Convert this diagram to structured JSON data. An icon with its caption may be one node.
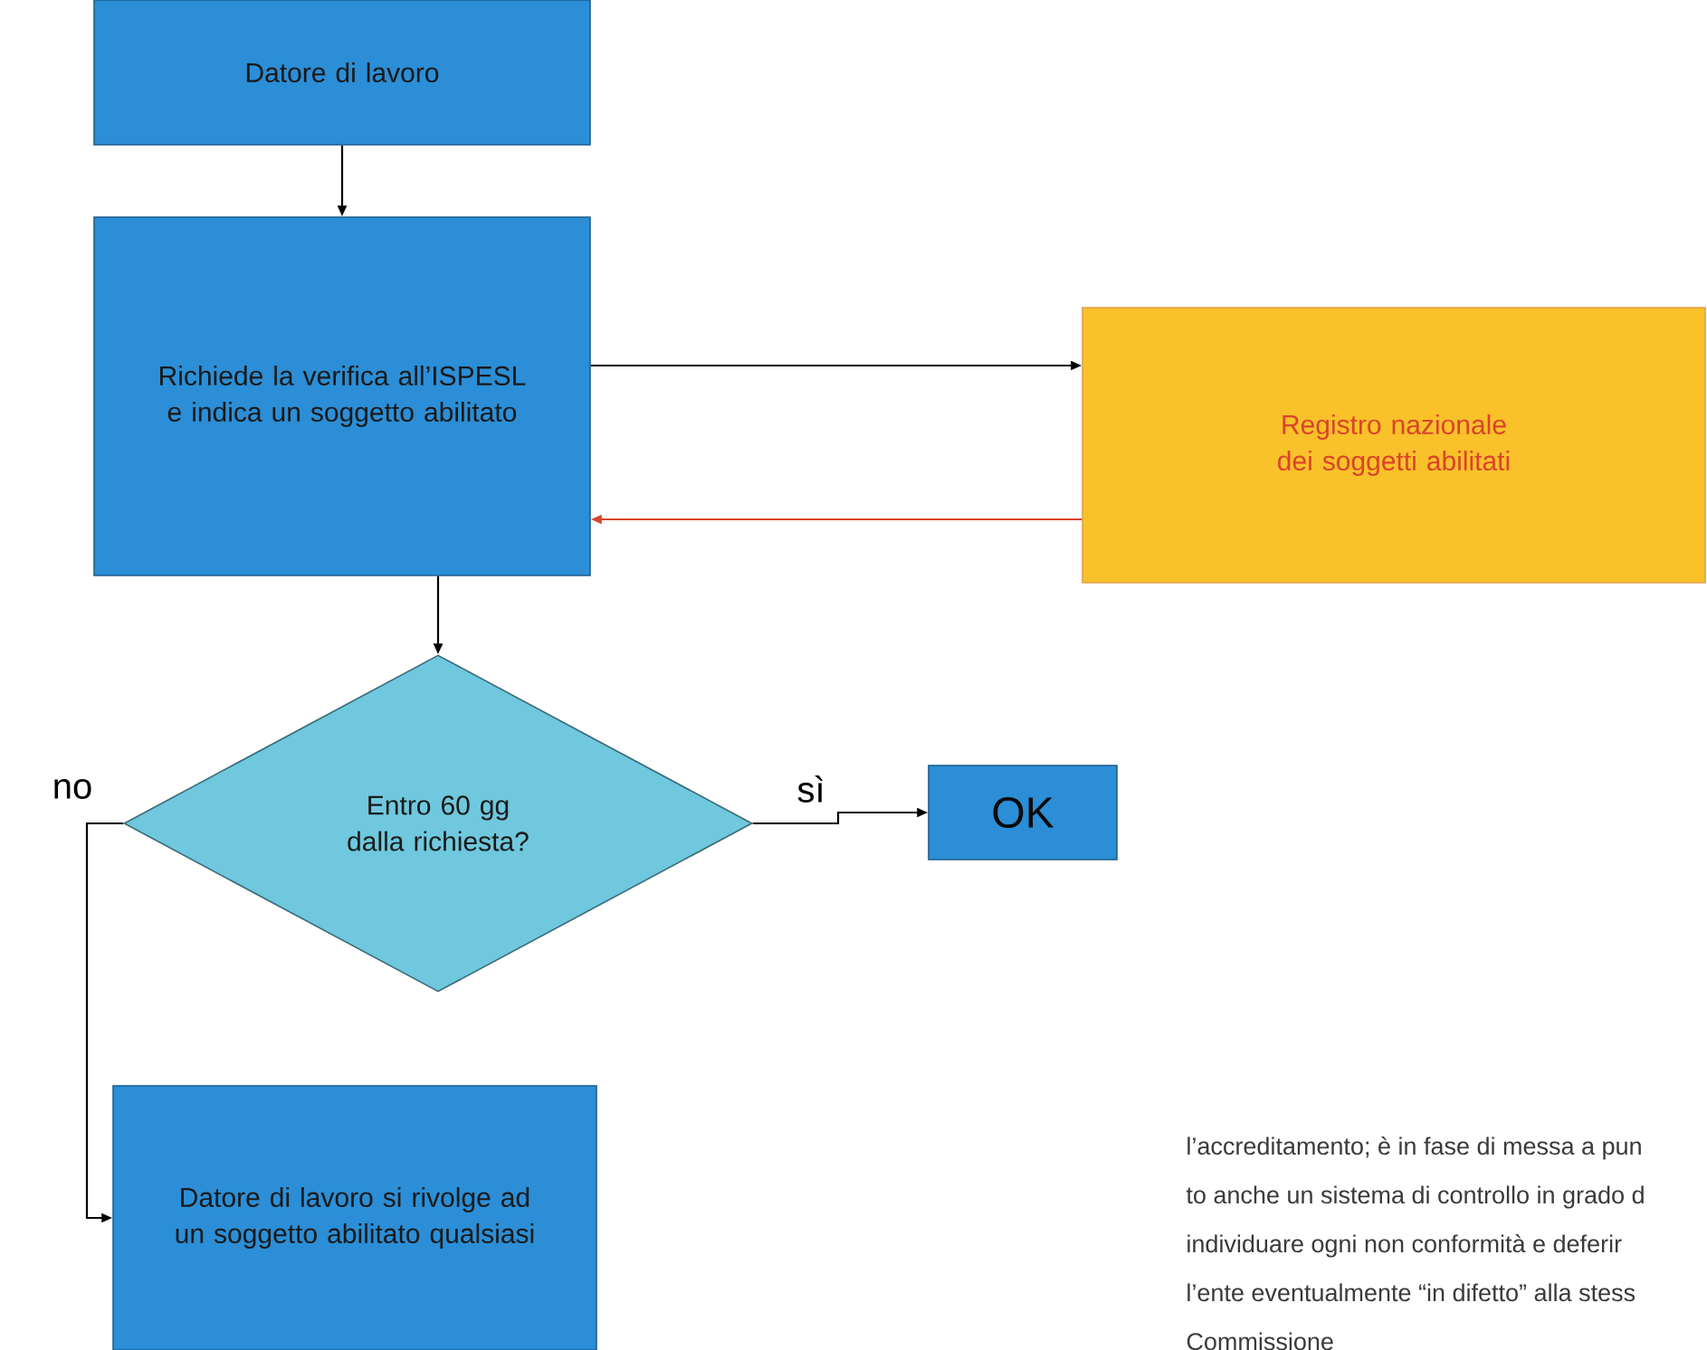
{
  "diagram": {
    "nodes": [
      {
        "text": [
          "Datore di lavoro"
        ]
      },
      {
        "text": [
          "Richiede la verifica all’ISPESL e indica un soggetto abilitato"
        ]
      },
      {
        "text": [
          "Registro nazionale dei soggetti abilitati"
        ]
      },
      {
        "text": [
          "Entro 60 gg dalla richiesta?"
        ]
      },
      {
        "text": [
          "OK"
        ]
      },
      {
        "text": [
          "Datore di lavoro si rivolge ad un soggetto abilitato qualsiasi"
        ]
      }
    ],
    "edges": [
      {
        "from": 0,
        "to": 1,
        "arrow": "to"
      },
      {
        "from": 1,
        "to": 2,
        "arrow": "to"
      },
      {
        "from": 2,
        "to": 1,
        "arrow": "to",
        "color": "#d9442b"
      },
      {
        "from": 1,
        "to": 3,
        "arrow": "to"
      },
      {
        "from": 3,
        "to": 4,
        "arrow": "to",
        "label": "sì"
      },
      {
        "from": 3,
        "to": 5,
        "arrow": "to",
        "label": "no"
      }
    ],
    "labels": [
      "l’accreditamento; è in fase di messa a pun",
      "to anche un sistema di controllo in grado d",
      "individuare ogni non conformità e deferir",
      "l’ente eventualmente “in difetto” alla stess",
      "Commissione"
    ]
  }
}
